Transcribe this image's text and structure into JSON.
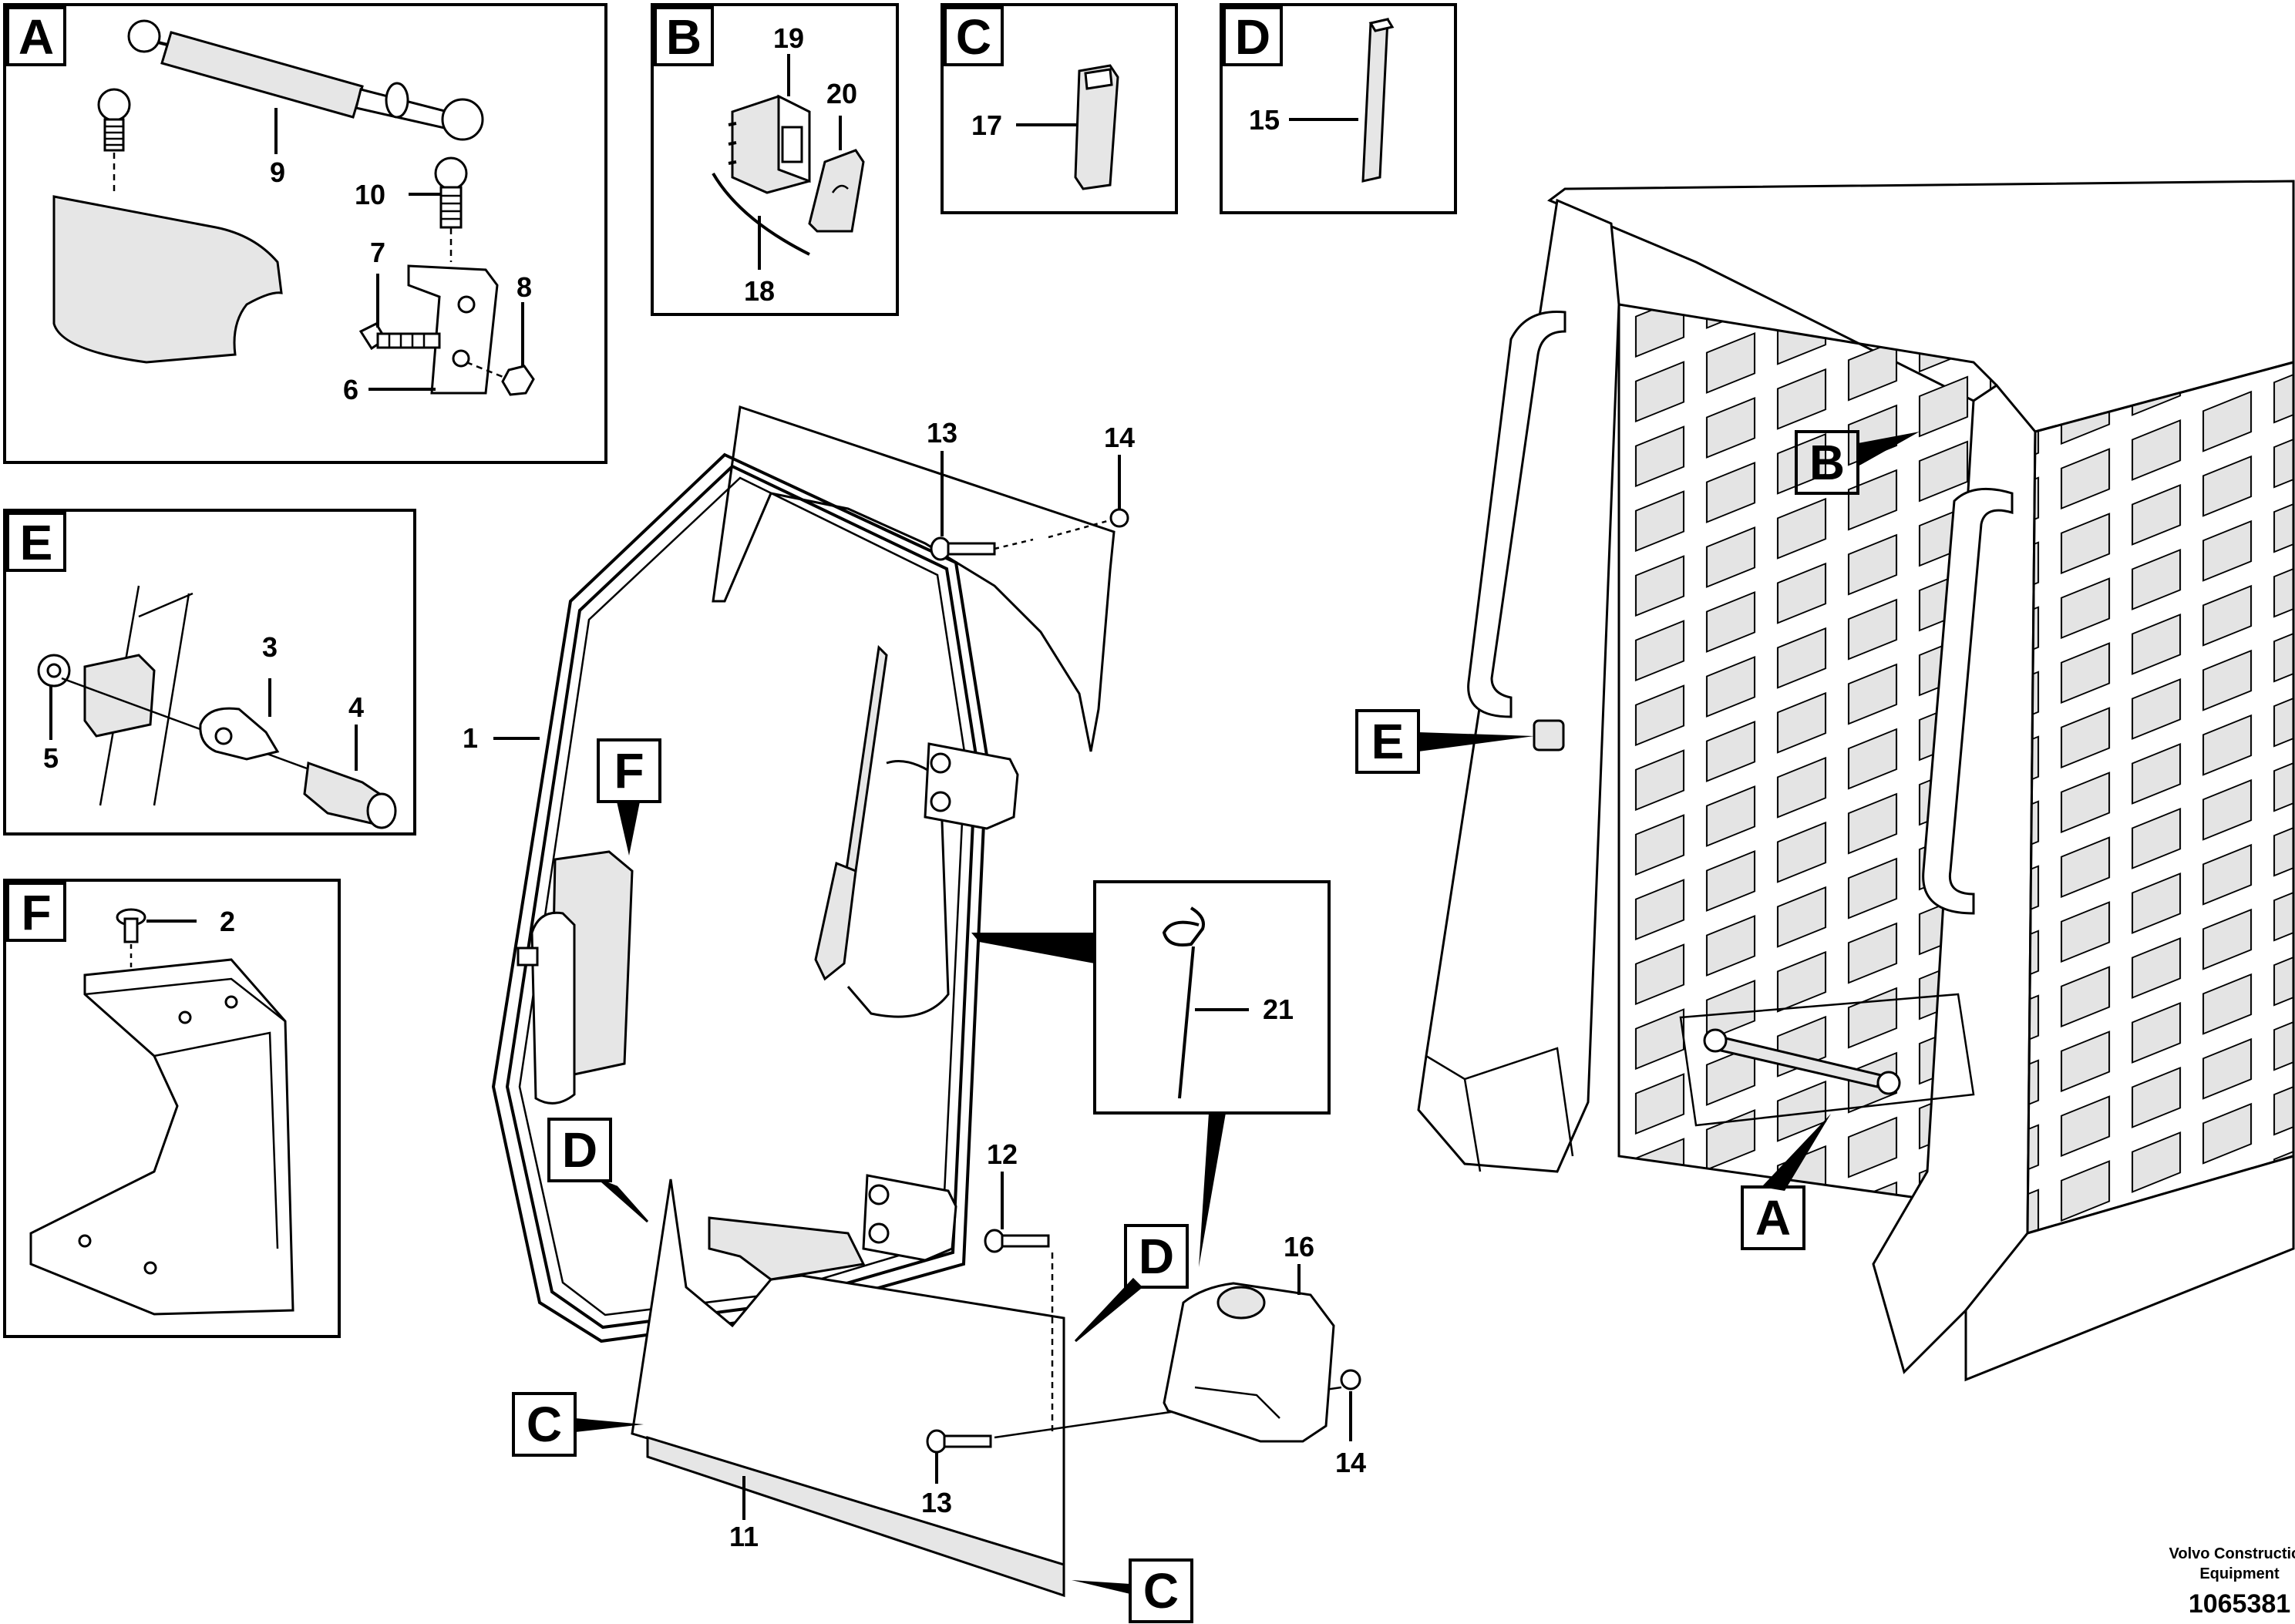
{
  "letters": {
    "A": "A",
    "B": "B",
    "C": "C",
    "D": "D",
    "E": "E",
    "F": "F"
  },
  "parts": {
    "p1": "1",
    "p2": "2",
    "p3": "3",
    "p4": "4",
    "p5": "5",
    "p6": "6",
    "p7": "7",
    "p8": "8",
    "p9": "9",
    "p10": "10",
    "p11": "11",
    "p12": "12",
    "p13": "13",
    "p14": "14",
    "p15": "15",
    "p16": "16",
    "p17": "17",
    "p18": "18",
    "p19": "19",
    "p20": "20",
    "p21": "21"
  },
  "footer": {
    "company_line1": "Volvo Construction",
    "company_line2": "Equipment",
    "drawing_number": "1065381"
  }
}
